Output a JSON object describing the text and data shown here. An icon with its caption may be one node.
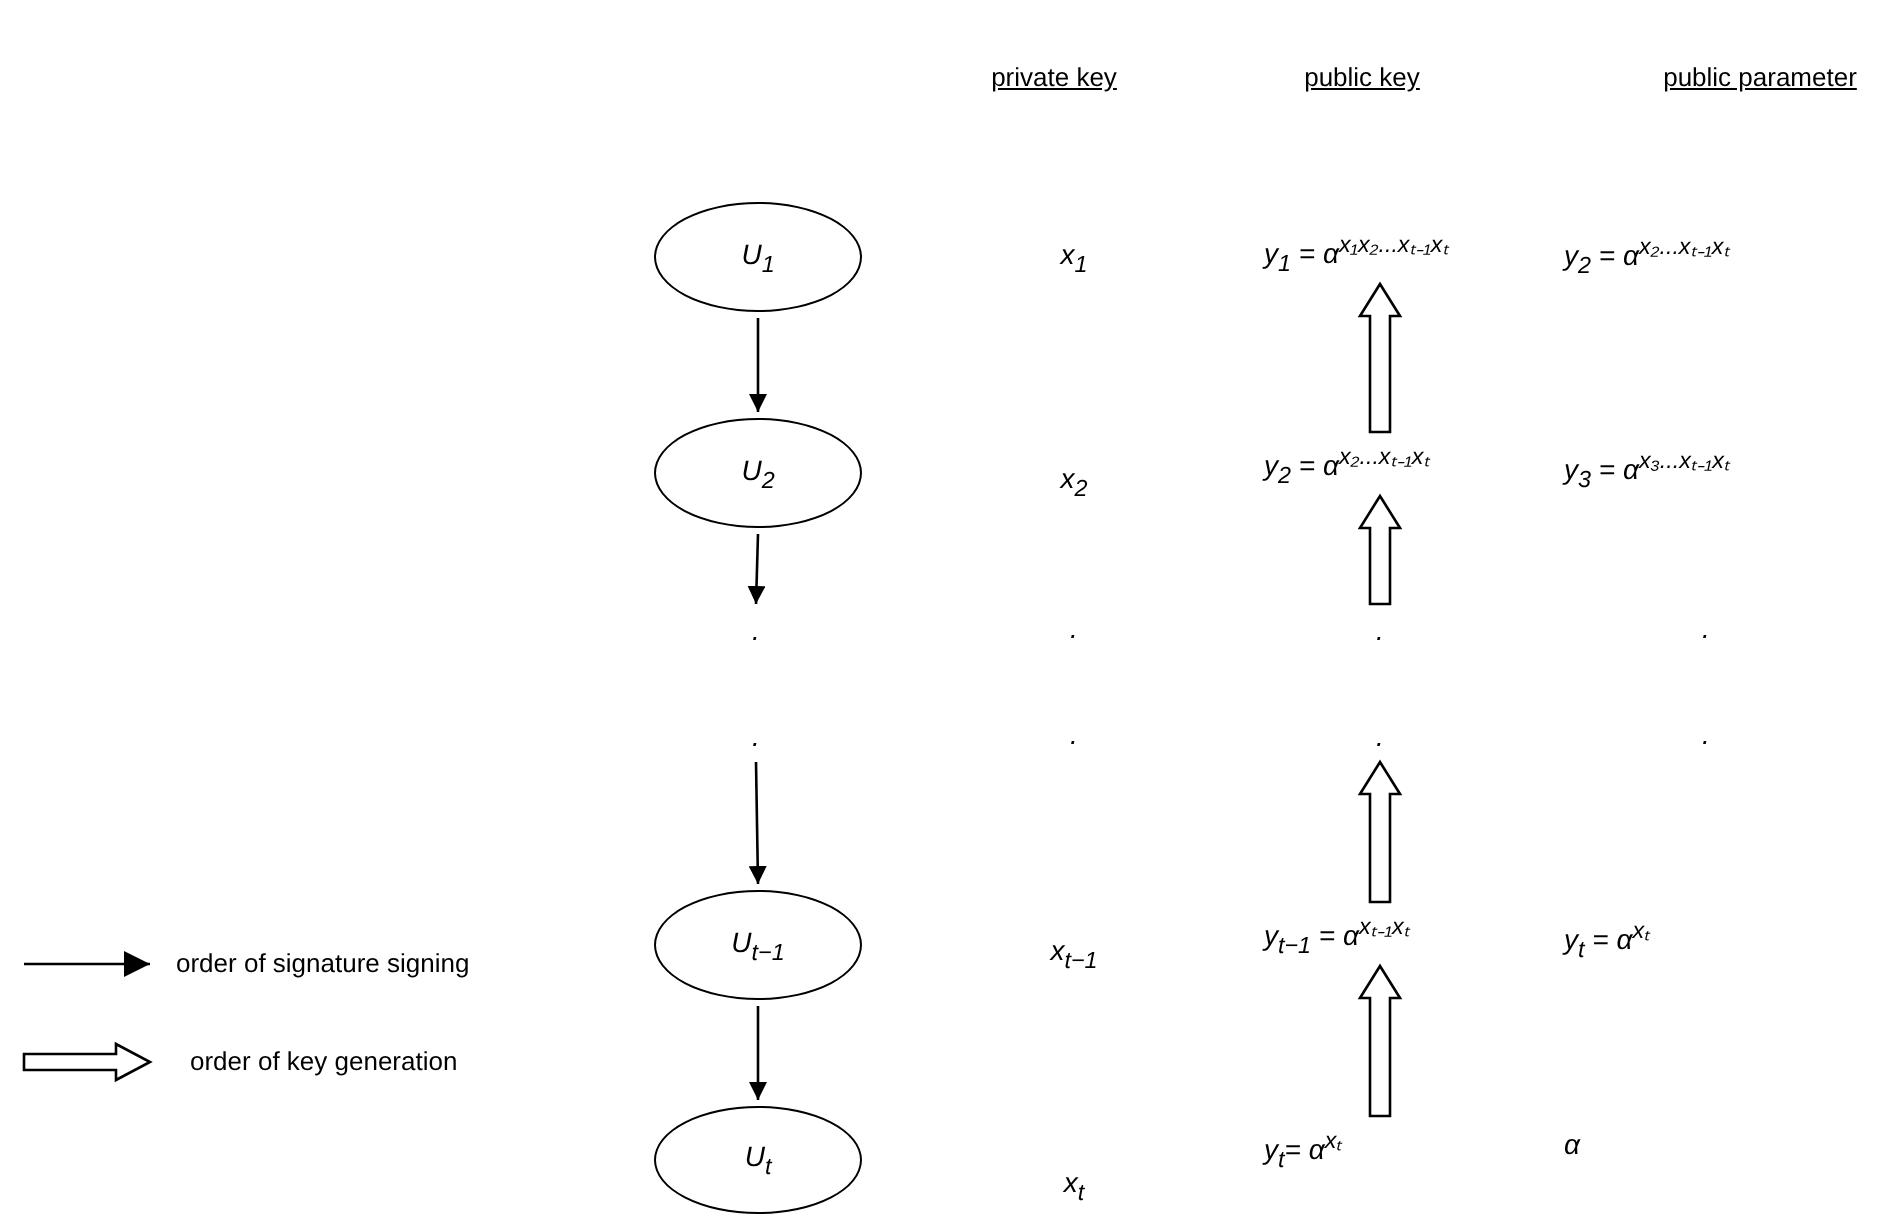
{
  "diagram": {
    "nodes": [
      {
        "text": [
          "U$_{1}$"
        ]
      },
      {
        "text": [
          "U$_{2}$"
        ]
      },
      {
        "text": [
          "."
        ]
      },
      {
        "text": [
          "."
        ]
      },
      {
        "text": [
          "U$_{t−1}$"
        ]
      },
      {
        "text": [
          "U$_{t}$"
        ]
      },
      {
        "text": [
          "y$_{1}$ = α$^{x₁x₂...xₜ₋₁xₜ}$"
        ]
      },
      {
        "text": [
          "y$_{2}$ = α$^{x₂...xₜ₋₁xₜ}$"
        ]
      },
      {
        "text": [
          "."
        ]
      },
      {
        "text": [
          "."
        ]
      },
      {
        "text": [
          "y$_{t−1}$ = α$^{xₜ₋₁xₜ}$"
        ]
      },
      {
        "text": [
          "y$_{t}$= α$^{xₜ}$"
        ]
      }
    ],
    "edges": [
      {
        "from": 0,
        "to": 1,
        "arrow": "to"
      },
      {
        "from": 1,
        "to": 2,
        "arrow": "to"
      },
      {
        "from": 3,
        "to": 4,
        "arrow": "to"
      },
      {
        "from": 4,
        "to": 5,
        "arrow": "to"
      },
      {
        "from": 7,
        "to": 6,
        "arrow": "to",
        "style": "thick"
      },
      {
        "from": 8,
        "to": 7,
        "arrow": "to",
        "style": "thick"
      },
      {
        "from": 10,
        "to": 9,
        "arrow": "to",
        "style": "thick"
      },
      {
        "from": 11,
        "to": 10,
        "arrow": "to",
        "style": "thick"
      }
    ],
    "labels": [
      "private key",
      "public key",
      "public parameter",
      "x$_{1}$",
      "y$_{2}$ = α$^{x₂...xₜ₋₁xₜ}$",
      "x$_{2}$",
      "y$_{3}$ = α$^{x₃...xₜ₋₁xₜ}$",
      ".",
      ".",
      ".",
      ".",
      "x$_{t−1}$",
      "y$_{t}$ = α$^{xₜ}$",
      "x$_{t}$",
      "α"
    ],
    "legend": [
      {
        "text": "order of signature signing"
      },
      {
        "text": "order of key generation"
      }
    ]
  }
}
